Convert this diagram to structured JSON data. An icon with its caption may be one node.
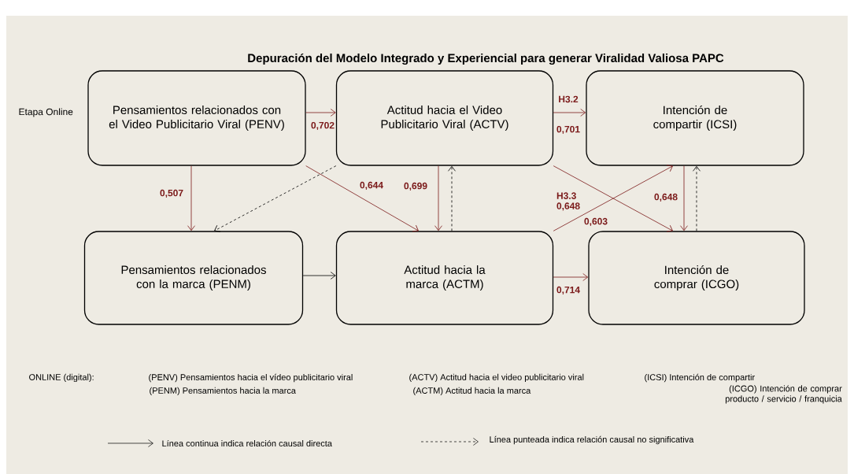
{
  "diagram": {
    "title": "Depuración del Modelo Integrado y Experiencial para generar Viralidad Valiosa PAPC",
    "nodes": [
      {
        "text": [
          "Pensamientos relacionados con el Video Publicitario Viral (PENV)"
        ]
      },
      {
        "text": [
          "Actitud hacia el Video Publicitario Viral (ACTV)"
        ]
      },
      {
        "text": [
          "Intención de compartir (ICSI)"
        ]
      },
      {
        "text": [
          "Pensamientos relacionados con la marca (PENM)"
        ]
      },
      {
        "text": [
          "Actitud hacia la marca (ACTM)"
        ]
      },
      {
        "text": [
          "Intención de comprar (ICGO)"
        ]
      }
    ],
    "edges": [
      {
        "from": 0,
        "to": 1,
        "arrow": "to",
        "label": "0,702"
      },
      {
        "from": 1,
        "to": 2,
        "arrow": "to",
        "label": "0,701"
      },
      {
        "from": 0,
        "to": 3,
        "arrow": "to",
        "label": "0,507"
      },
      {
        "from": 1,
        "to": 3,
        "arrow": "to",
        "style": "dashed",
        "color": "#000000"
      },
      {
        "from": 0,
        "to": 4,
        "arrow": "to",
        "label": "0,644"
      },
      {
        "from": 1,
        "to": 4,
        "arrow": "to",
        "label": "0,699"
      },
      {
        "from": 4,
        "to": 1,
        "arrow": "to",
        "style": "dashed",
        "color": "#000000"
      },
      {
        "from": 1,
        "to": 5,
        "arrow": "to",
        "label": "H3.3 0,648"
      },
      {
        "from": 4,
        "to": 2,
        "arrow": "to",
        "label": "0,603"
      },
      {
        "from": 2,
        "to": 5,
        "arrow": "to",
        "label": "0,648"
      },
      {
        "from": 5,
        "to": 2,
        "arrow": "to",
        "style": "dashed",
        "color": "#000000"
      },
      {
        "from": 3,
        "to": 4,
        "arrow": "to",
        "color": "#000000"
      },
      {
        "from": 4,
        "to": 5,
        "arrow": "to",
        "label": "0,714"
      }
    ],
    "labels": [
      "Etapa Online",
      "H3.2",
      "ONLINE (digital):",
      "(PENV) Pensamientos hacia el vídeo publicitario viral",
      "(ACTV) Actitud hacia el video publicitario viral",
      "(ICSI) Intención de compartir",
      "(PENM) Pensamientos hacia la marca",
      "(ACTM) Actitud hacia la marca",
      "(ICGO) Intención de comprar producto / servicio / franquicia"
    ],
    "legend": [
      {
        "text": "Línea continua indica relación causal directa"
      },
      {
        "text": "Línea punteada indica relación causal no significativa"
      }
    ]
  }
}
